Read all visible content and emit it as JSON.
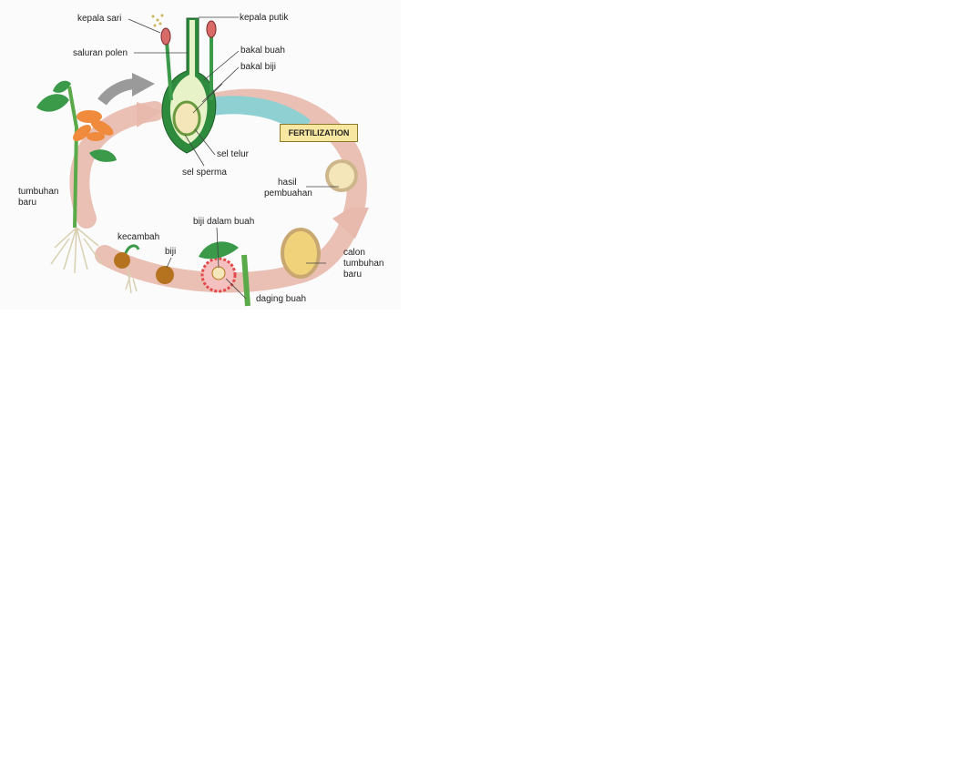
{
  "labels": {
    "kepala_sari": "kepala sari",
    "kepala_putik": "kepala putik",
    "saluran_polen": "saluran polen",
    "bakal_buah": "bakal buah",
    "bakal_biji": "bakal biji",
    "sel_telur": "sel telur",
    "sel_sperma": "sel sperma",
    "fertilization": "FERTILIZATION",
    "hasil_pembuahan_1": "hasil",
    "hasil_pembuahan_2": "pembuahan",
    "tumbuhan_baru_1": "tumbuhan",
    "tumbuhan_baru_2": "baru",
    "kecambah": "kecambah",
    "biji": "biji",
    "biji_dalam_buah": "biji dalam buah",
    "calon_1": "calon",
    "calon_2": "tumbuhan",
    "calon_3": "baru",
    "daging_buah": "daging buah"
  },
  "colors": {
    "cycle_arrow": "#e8b9ad",
    "top_arrow": "#8fd0d2",
    "gray_arrow": "#9a9a9a",
    "pistil_green": "#2e8b3e",
    "ovule_cream": "#f4e6b8",
    "seed_brown": "#b5731f",
    "fruit_red": "#e24a4a",
    "flower_orange": "#f08a3c"
  }
}
